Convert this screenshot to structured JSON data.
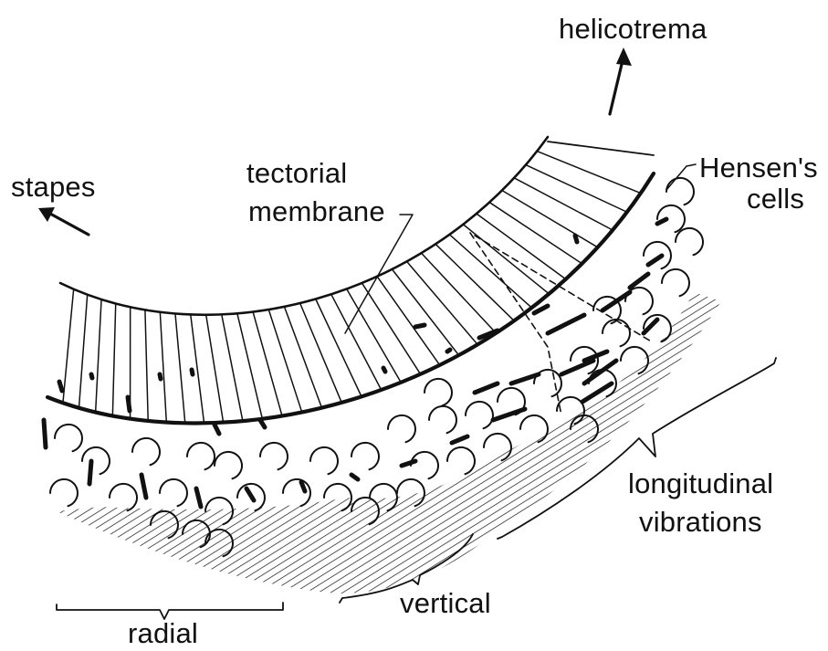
{
  "labels": {
    "helicotrema": "helicotrema",
    "stapes": "stapes",
    "tectorial_line1": "tectorial",
    "tectorial_line2": "membrane",
    "hensens_line1": "Hensen's",
    "hensens_line2": "cells",
    "longitudinal_line1": "longitudinal",
    "longitudinal_line2": "vibrations",
    "vertical": "vertical",
    "radial": "radial"
  },
  "colors": {
    "ink": "#111111",
    "background": "#ffffff"
  }
}
